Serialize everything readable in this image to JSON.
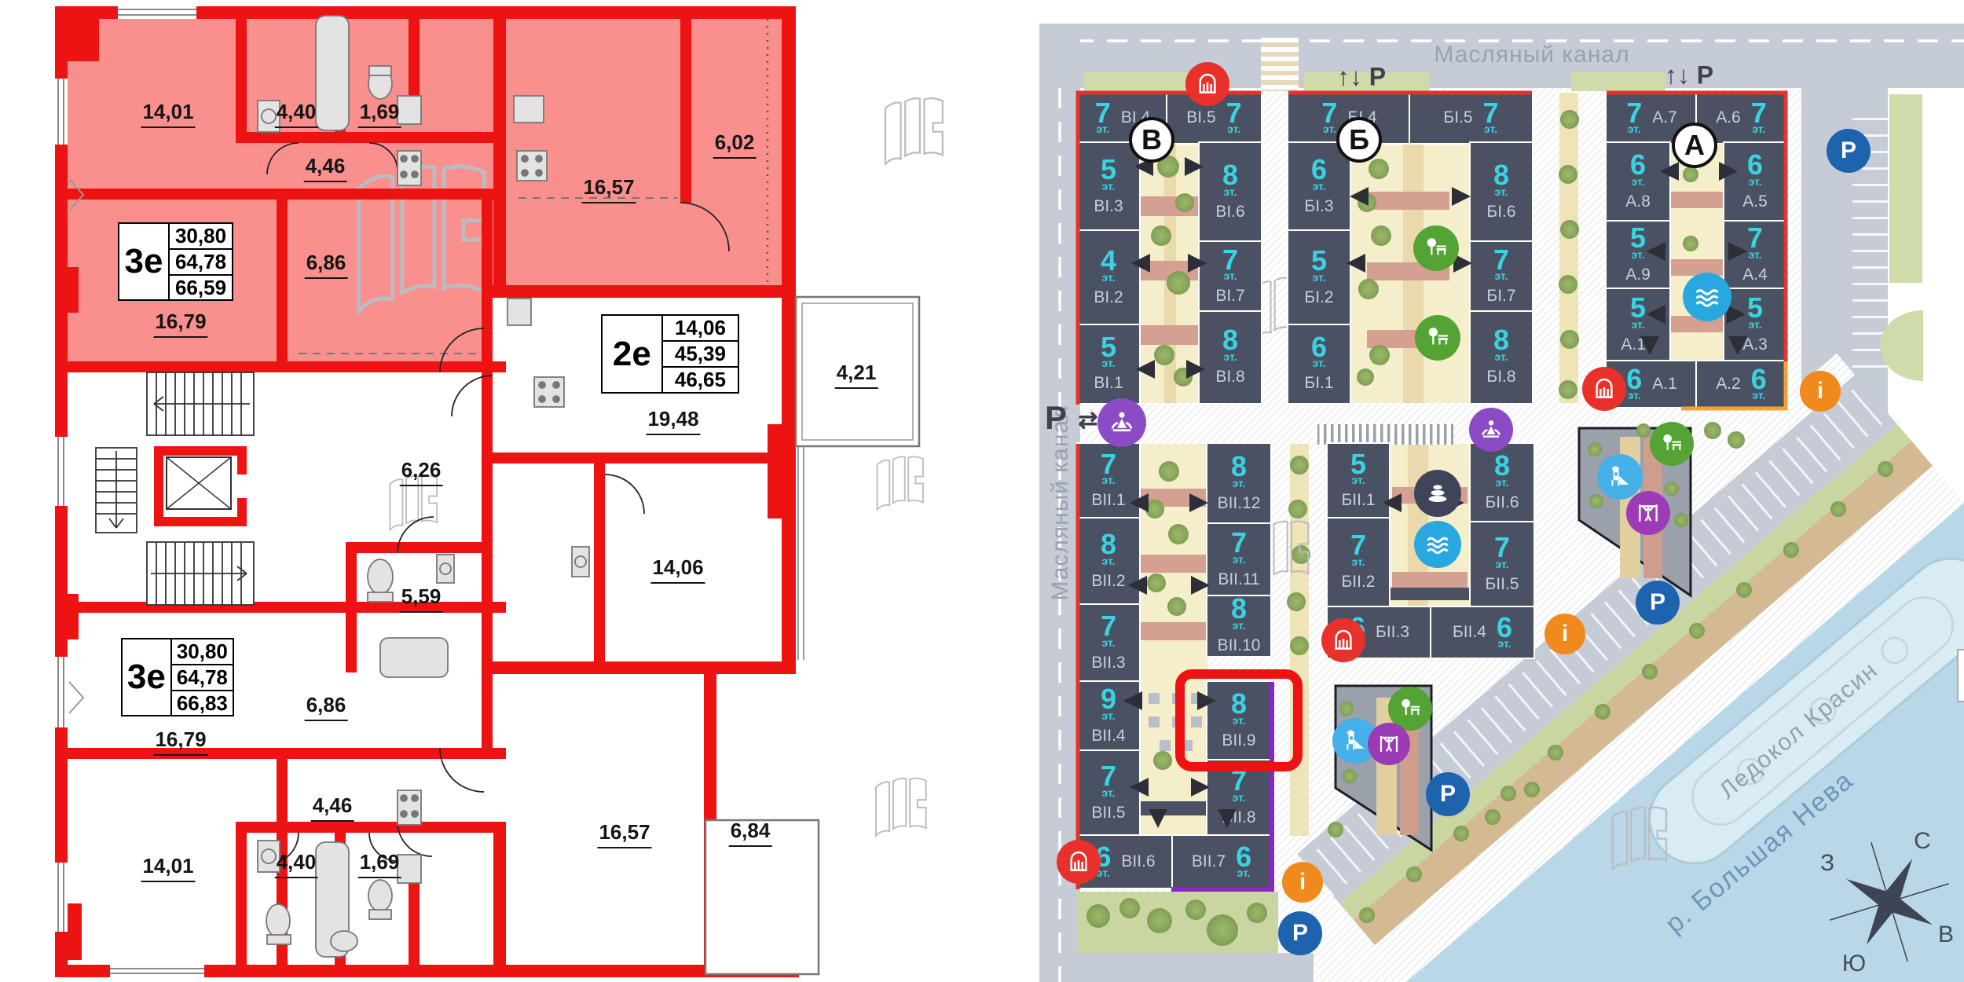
{
  "plan": {
    "apartments": [
      {
        "type": "3е",
        "rows": [
          "30,80",
          "64,78",
          "66,59"
        ]
      },
      {
        "type": "2е",
        "rows": [
          "14,06",
          "45,39",
          "46,65"
        ]
      },
      {
        "type": "3е",
        "rows": [
          "30,80",
          "64,78",
          "66,83"
        ]
      }
    ],
    "room_areas": [
      "14,01",
      "4,40",
      "1,69",
      "4,46",
      "16,57",
      "6,02",
      "16,79",
      "6,86",
      "6,26",
      "19,48",
      "4,21",
      "5,59",
      "14,06",
      "16,79",
      "6,86",
      "4,46",
      "14,01",
      "4,40",
      "1,69",
      "16,57",
      "6,84"
    ]
  },
  "map": {
    "floor_unit": "эт.",
    "sections": [
      "В",
      "Б",
      "А"
    ],
    "buildings": [
      {
        "name": "ВI.4",
        "floors": "7"
      },
      {
        "name": "ВI.5",
        "floors": "7"
      },
      {
        "name": "ВI.3",
        "floors": "5"
      },
      {
        "name": "ВI.2",
        "floors": "4"
      },
      {
        "name": "ВI.1",
        "floors": "5"
      },
      {
        "name": "ВI.6",
        "floors": "8"
      },
      {
        "name": "ВI.7",
        "floors": "7"
      },
      {
        "name": "ВI.8",
        "floors": "8"
      },
      {
        "name": "БI.4",
        "floors": "7"
      },
      {
        "name": "БI.5",
        "floors": "7"
      },
      {
        "name": "БI.3",
        "floors": "6"
      },
      {
        "name": "БI.2",
        "floors": "5"
      },
      {
        "name": "БI.1",
        "floors": "6"
      },
      {
        "name": "БI.6",
        "floors": "8"
      },
      {
        "name": "БI.7",
        "floors": "7"
      },
      {
        "name": "БI.8",
        "floors": "8"
      },
      {
        "name": "А.7",
        "floors": "7"
      },
      {
        "name": "А.6",
        "floors": "7"
      },
      {
        "name": "А.8",
        "floors": "6"
      },
      {
        "name": "А.9",
        "floors": "5"
      },
      {
        "name": "А.10",
        "floors": "5"
      },
      {
        "name": "А.5",
        "floors": "6"
      },
      {
        "name": "А.4",
        "floors": "7"
      },
      {
        "name": "А.3",
        "floors": "5"
      },
      {
        "name": "А.1",
        "floors": "6"
      },
      {
        "name": "А.2",
        "floors": "6"
      },
      {
        "name": "ВII.1",
        "floors": "7"
      },
      {
        "name": "ВII.2",
        "floors": "8"
      },
      {
        "name": "ВII.3",
        "floors": "7"
      },
      {
        "name": "ВII.4",
        "floors": "9"
      },
      {
        "name": "ВII.5",
        "floors": "7"
      },
      {
        "name": "ВII.12",
        "floors": "8"
      },
      {
        "name": "ВII.11",
        "floors": "7"
      },
      {
        "name": "ВII.10",
        "floors": "8"
      },
      {
        "name": "ВII.9",
        "floors": "8"
      },
      {
        "name": "ВII.8",
        "floors": "7"
      },
      {
        "name": "ВII.6",
        "floors": "6"
      },
      {
        "name": "ВII.7",
        "floors": "6"
      },
      {
        "name": "БII.1",
        "floors": "5"
      },
      {
        "name": "БII.2",
        "floors": "7"
      },
      {
        "name": "БII.6",
        "floors": "8"
      },
      {
        "name": "БII.5",
        "floors": "7"
      },
      {
        "name": "БII.3",
        "floors": "6"
      },
      {
        "name": "БII.4",
        "floors": "6"
      }
    ],
    "selected_building": "ВII.9",
    "labels": {
      "canal_top": "Масляный канал",
      "canal_left": "Масляный канал",
      "river": "р. Большая Нева",
      "ship": "Ледокол Красин",
      "parking_letter": "P",
      "two_way_parking": "↑↓ Р",
      "swap_arrows": "⇄",
      "info_letter": "i"
    },
    "compass": {
      "north": "С",
      "south": "Ю",
      "west": "З",
      "east": "В"
    },
    "colors": {
      "selection": "#ee1212",
      "building": "#4a5162",
      "floors_accent": "#3bd2e2",
      "outline_red": "#e8312a",
      "outline_orange": "#f5a12b",
      "outline_purple": "#8b25c9",
      "icon_entrance": "#e8312a",
      "icon_parking": "#1e63ae",
      "icon_info": "#f08a1d",
      "icon_yoga": "#8a4bc4",
      "icon_landscaping": "#53a335",
      "icon_spa": "#3e4459",
      "icon_fountain": "#29a8e0",
      "icon_playground": "#45b1e8",
      "icon_workout": "#9b3bb5"
    }
  }
}
